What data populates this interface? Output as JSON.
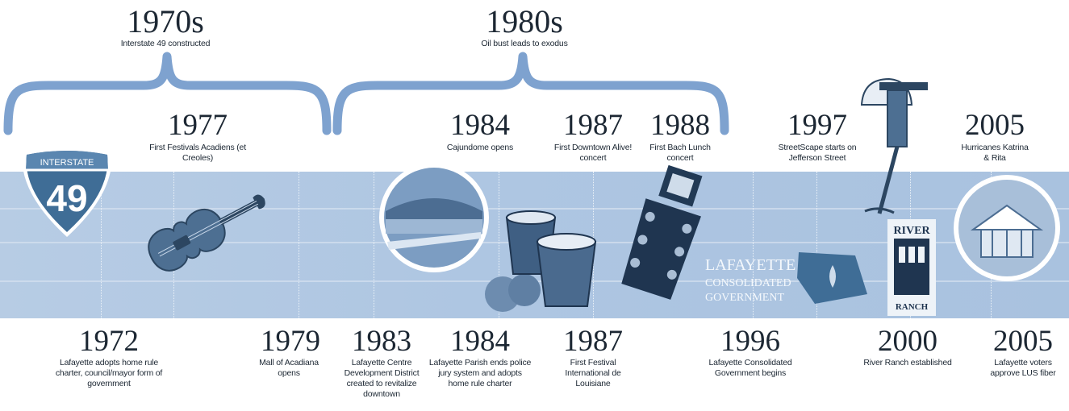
{
  "decades": [
    {
      "id": "1970s",
      "title": "1970s",
      "caption": "Interstate 49 constructed"
    },
    {
      "id": "1980s",
      "title": "1980s",
      "caption": "Oil bust leads to exodus"
    }
  ],
  "top_events": [
    {
      "year": "1977",
      "caption": "First Festivals Acadiens (et Creoles)"
    },
    {
      "year": "1984",
      "caption": "Cajundome opens"
    },
    {
      "year": "1987",
      "caption": "First Downtown Alive! concert"
    },
    {
      "year": "1988",
      "caption": "First Bach Lunch concert"
    },
    {
      "year": "1997",
      "caption": "StreetScape starts on Jefferson Street"
    },
    {
      "year": "2005",
      "caption": "Hurricanes Katrina & Rita"
    }
  ],
  "bottom_events": [
    {
      "year": "1972",
      "caption": "Lafayette adopts home rule charter, council/mayor form of government"
    },
    {
      "year": "1979",
      "caption": "Mall of Acadiana opens"
    },
    {
      "year": "1983",
      "caption": "Lafayette Centre Development District created to revitalize downtown"
    },
    {
      "year": "1984",
      "caption": "Lafayette Parish ends police jury system and adopts home rule charter"
    },
    {
      "year": "1987",
      "caption": "First Festival International de Louisiane"
    },
    {
      "year": "1996",
      "caption": "Lafayette Consolidated Government begins"
    },
    {
      "year": "2000",
      "caption": "River Ranch established"
    },
    {
      "year": "2005",
      "caption": "Lafayette voters approve LUS fiber"
    }
  ],
  "interstate_sign": {
    "top": "INTERSTATE",
    "number": "49"
  },
  "lcg_logo": {
    "line1": "LAFAYETTE",
    "line2": "CONSOLIDATED",
    "line3": "GOVERNMENT"
  },
  "river_ranch_logo": {
    "top": "RIVER",
    "bottom": "RANCH"
  },
  "colors": {
    "band": "#aec6e2",
    "bracket": "#7ea2cf",
    "shield": "#3f6d96",
    "text": "#1c2733"
  }
}
